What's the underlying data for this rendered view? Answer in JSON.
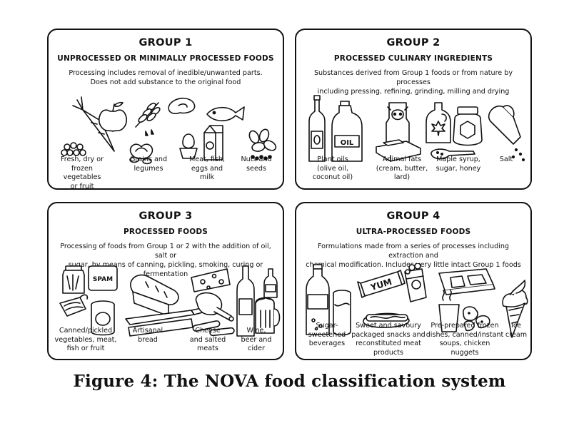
{
  "figure_caption": "Figure 4: The NOVA food classification system",
  "groups": [
    {
      "title": "GROUP 1",
      "subtitle": "UNPROCESSED OR MINIMALLY PROCESSED FOODS",
      "description": "Processing includes removal of inedible/unwanted parts.\nDoes not add substance to the original food",
      "items": [
        "Fresh, dry or\nfrozen vegetables\nor fruit",
        "Grains and\nlegumes",
        "Meat, fish,\neggs and\nmilk",
        "Nuts and\nseeds"
      ]
    },
    {
      "title": "GROUP 2",
      "subtitle": "PROCESSED CULINARY INGREDIENTS",
      "description": "Substances derived from Group 1 foods or from nature by processes\nincluding pressing, refining, grinding, milling and drying",
      "icon_label": "OIL",
      "items": [
        "Plant oils\n(olive oil,\ncoconut oil)",
        "Animal fats\n(cream, butter,\nlard)",
        "Maple syrup,\nsugar, honey",
        "Salt"
      ]
    },
    {
      "title": "GROUP 3",
      "subtitle": "PROCESSED FOODS",
      "description": "Processing of foods from Group 1 or 2 with the addition of oil, salt or\nsugar, by means of canning, pickling, smoking, curing or fermentation",
      "icon_label": "SPAM",
      "items": [
        "Canned/pickled\nvegetables, meat,\nfish or fruit",
        "Artisanal\nbread",
        "Cheese\nand salted\nmeats",
        "Wine,\nbeer and\ncider"
      ]
    },
    {
      "title": "GROUP 4",
      "subtitle": "ULTRA-PROCESSED FOODS",
      "description": "Formulations made from a series of processes including extraction and\nchemical modification. Includes very little intact Group 1 foods",
      "icon_label": "YUM",
      "items": [
        "Sugar-\nsweetened\nbeverages",
        "Sweet and savoury\npackaged snacks and\nreconstituted meat\nproducts",
        "Pre-prepared frozen\ndishes, canned/instant\nsoups, chicken\nnuggets",
        "Ice\ncream"
      ]
    }
  ]
}
